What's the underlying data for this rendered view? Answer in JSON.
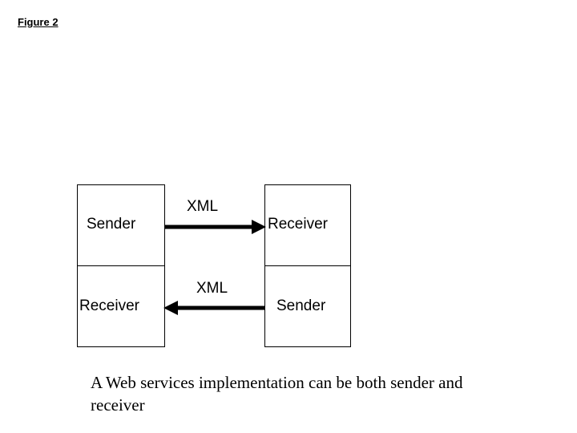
{
  "figure": {
    "title": "Figure 2",
    "caption": "A Web services implementation can be both sender and receiver"
  },
  "colors": {
    "background": "#ffffff",
    "stroke": "#000000",
    "text": "#000000"
  },
  "diagram": {
    "type": "block-flow",
    "nodes": [
      {
        "id": "sender-left",
        "label": "Sender",
        "column": "left",
        "row": "top"
      },
      {
        "id": "receiver-left",
        "label": "Receiver",
        "column": "left",
        "row": "bottom"
      },
      {
        "id": "receiver-right",
        "label": "Receiver",
        "column": "right",
        "row": "top"
      },
      {
        "id": "sender-right",
        "label": "Sender",
        "column": "right",
        "row": "bottom"
      }
    ],
    "edges": [
      {
        "id": "edge-top",
        "label": "XML",
        "from": "sender-left",
        "to": "receiver-left-right",
        "direction": "right"
      },
      {
        "id": "edge-bottom",
        "label": "XML",
        "from": "sender-right",
        "to": "receiver-left",
        "direction": "left"
      }
    ]
  }
}
